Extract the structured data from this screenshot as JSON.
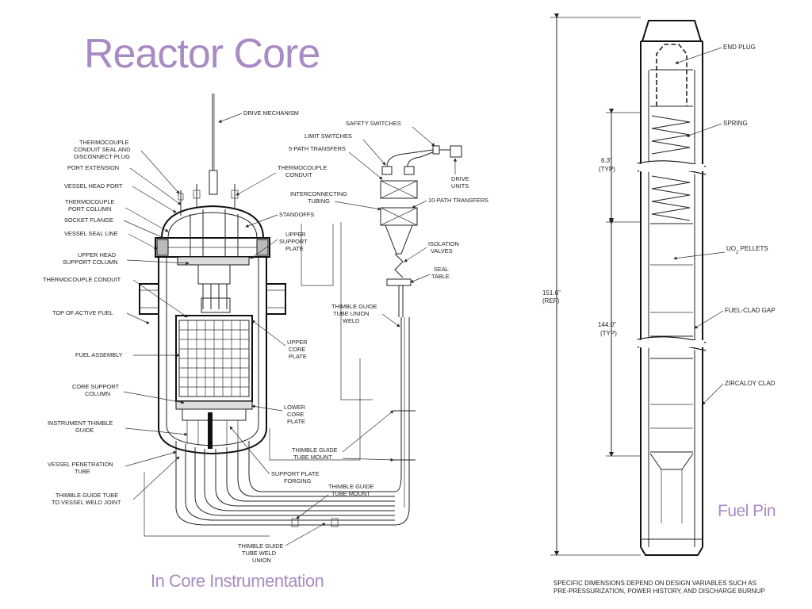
{
  "slide": {
    "title": "Reactor Core",
    "caption_left": "In Core Instrumentation",
    "caption_right": "Fuel Pin",
    "accent_color": "#a98bc4"
  },
  "core_labels": {
    "drive_mechanism": "DRIVE MECHANISM",
    "thermocouple_seal_1": "THERMOCOUPLE",
    "thermocouple_seal_2": "CONDUIT SEAL AND",
    "thermocouple_seal_3": "DISCONNECT PLUG",
    "port_extension": "PORT EXTENSION",
    "vessel_head_port": "VESSEL HEAD PORT",
    "tc_port_column_1": "THERMOCOUPLE",
    "tc_port_column_2": "PORT COLUMN",
    "socket_flange": "SOCKET FLANGE",
    "vessel_seal_line": "VESSEL SEAL LINE",
    "upper_head_1": "UPPER HEAD",
    "upper_head_2": "SUPPORT COLUMN",
    "tc_conduit_left": "THERMOCOUPLE CONDUIT",
    "top_active_fuel": "TOP OF ACTIVE FUEL",
    "fuel_assembly": "FUEL ASSEMBLY",
    "core_support_1": "CORE SUPPORT",
    "core_support_2": "COLUMN",
    "instrument_thimble_1": "INSTRUMENT THIMBLE",
    "instrument_thimble_2": "GUIDE",
    "vessel_penetration_1": "VESSEL PENETRATION",
    "vessel_penetration_2": "TUBE",
    "thimble_weld_1": "THIMBLE GUIDE TUBE",
    "thimble_weld_2": "TO VESSEL WELD JOINT",
    "tc_conduit_top_1": "THERMOCOUPLE",
    "tc_conduit_top_2": "CONDUIT",
    "standoffs": "STANDOFFS",
    "upper_support_1": "UPPER",
    "upper_support_2": "SUPPORT",
    "upper_support_3": "PLATE",
    "upper_core_1": "UPPER",
    "upper_core_2": "CORE",
    "upper_core_3": "PLATE",
    "lower_core_1": "LOWER",
    "lower_core_2": "CORE",
    "lower_core_3": "PLATE",
    "support_forging_1": "SUPPORT  PLATE",
    "support_forging_2": "FORGING",
    "safety_switches": "SAFETY SWITCHES",
    "limit_switches": "LIMIT SWITCHES",
    "five_path": "5-PATH TRANSFERS",
    "drive_units_1": "DRIVE",
    "drive_units_2": "UNITS",
    "interconnecting_1": "INTERCONNECTING",
    "interconnecting_2": "TUBING",
    "ten_path": "10-PATH TRANSFERS",
    "isolation_1": "ISOLATION",
    "isolation_2": "VALVES",
    "seal_table_1": "SEAL",
    "seal_table_2": "TABLE",
    "tgt_union_1": "THIMBLE GUIDE",
    "tgt_union_2": "TUBE UNION",
    "tgt_union_3": "WELD",
    "tgt_mount_1": "THIMBLE GUIDE",
    "tgt_mount_2": "TUBE MOUNT",
    "tgt_mount_low_1": "THIMBLE GUIDE",
    "tgt_mount_low_2": "TUBE MOUNT",
    "tgt_weld_union_1": "THIMBLE GUIDE",
    "tgt_weld_union_2": "TUBE WELD",
    "tgt_weld_union_3": "UNION"
  },
  "pin_labels": {
    "end_plug": "END PLUG",
    "spring": "SPRING",
    "uo2_main": "UO",
    "uo2_sub": "2",
    "uo2_rest": " PELLETS",
    "fuel_clad_gap": "FUEL-CLAD GAP",
    "zircaloy": "ZIRCALOY CLAD",
    "dim_total_1": "151.6\"",
    "dim_total_2": "(REF)",
    "dim_spring_1": "6.3\"",
    "dim_spring_2": "(TYP)",
    "dim_fuel_1": "144.0\"",
    "dim_fuel_2": "(TYP)",
    "note_1": "SPECIFIC DIMENSIONS DEPEND ON DESIGN VARIABLES SUCH AS",
    "note_2": "PRE-PRESSURIZATION, POWER HISTORY, AND DISCHARGE BURNUP"
  }
}
